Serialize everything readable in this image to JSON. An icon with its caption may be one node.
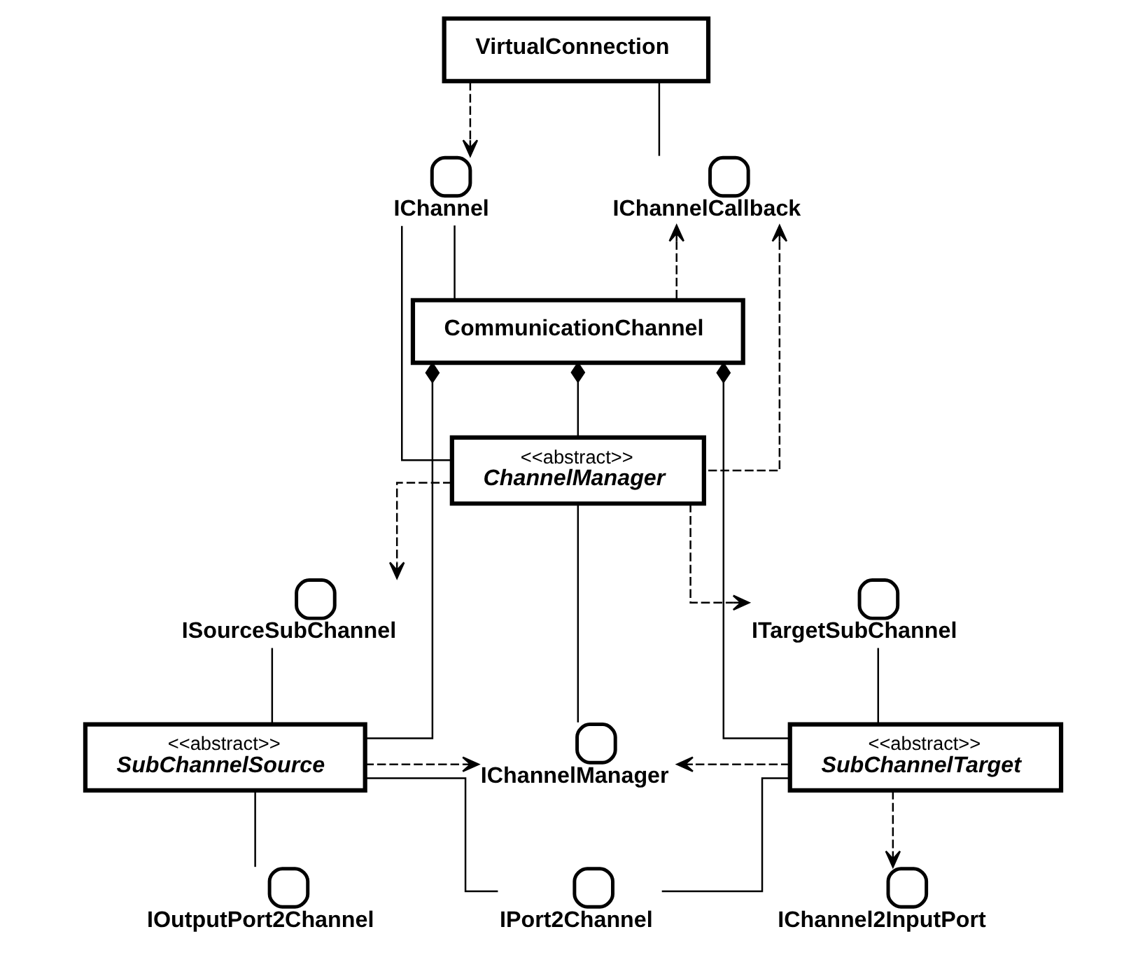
{
  "diagram": {
    "nodes": [
      {
        "text": [
          "VirtualConnection"
        ]
      },
      {
        "text": [
          "IChannel"
        ]
      },
      {
        "text": [
          "IChannelCallback"
        ]
      },
      {
        "text": [
          "CommunicationChannel"
        ]
      },
      {
        "text": [
          "<<abstract>>",
          "ChannelManager"
        ]
      },
      {
        "text": [
          "ISourceSubChannel"
        ]
      },
      {
        "text": [
          "ITargetSubChannel"
        ]
      },
      {
        "text": [
          "<<abstract>>",
          "SubChannelSource"
        ]
      },
      {
        "text": [
          "IChannelManager"
        ]
      },
      {
        "text": [
          "<<abstract>>",
          "SubChannelTarget"
        ]
      },
      {
        "text": [
          "IOutputPort2Channel"
        ]
      },
      {
        "text": [
          "IPort2Channel"
        ]
      },
      {
        "text": [
          "IChannel2InputPort"
        ]
      }
    ],
    "edges": [
      {
        "from": 0,
        "to": 1,
        "arrow": "to",
        "style": "dashed"
      },
      {
        "from": 0,
        "to": 2,
        "arrow": "none"
      },
      {
        "from": 3,
        "to": 1,
        "arrow": "none"
      },
      {
        "from": 3,
        "to": 2,
        "arrow": "to",
        "style": "dashed"
      },
      {
        "from": 1,
        "to": 4,
        "arrow": "none"
      },
      {
        "from": 4,
        "to": 2,
        "arrow": "to",
        "style": "dashed"
      },
      {
        "from": 3,
        "to": 7,
        "arrow": "other"
      },
      {
        "from": 3,
        "to": 4,
        "arrow": "other"
      },
      {
        "from": 3,
        "to": 9,
        "arrow": "other"
      },
      {
        "from": 4,
        "to": 5,
        "arrow": "to",
        "style": "dashed"
      },
      {
        "from": 4,
        "to": 6,
        "arrow": "to",
        "style": "dashed"
      },
      {
        "from": 7,
        "to": 5,
        "arrow": "none"
      },
      {
        "from": 9,
        "to": 6,
        "arrow": "none"
      },
      {
        "from": 4,
        "to": 8,
        "arrow": "none"
      },
      {
        "from": 7,
        "to": 8,
        "arrow": "to",
        "style": "dashed"
      },
      {
        "from": 9,
        "to": 8,
        "arrow": "to",
        "style": "dashed"
      },
      {
        "from": 7,
        "to": 10,
        "arrow": "none"
      },
      {
        "from": 7,
        "to": 11,
        "arrow": "none"
      },
      {
        "from": 9,
        "to": 11,
        "arrow": "none"
      },
      {
        "from": 9,
        "to": 12,
        "arrow": "to",
        "style": "dashed"
      }
    ]
  }
}
